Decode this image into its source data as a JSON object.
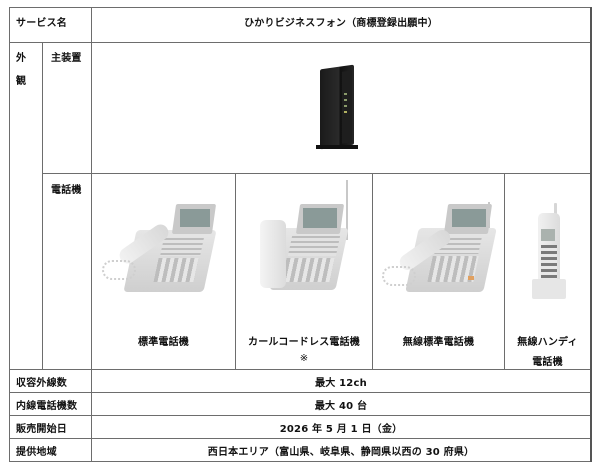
{
  "service_name": {
    "label": "サービス名",
    "value": "ひかりビジネスフォン（商標登録出願中）"
  },
  "appearance": {
    "label_char1": "外",
    "label_char2": "観",
    "main_unit": {
      "label": "主装置",
      "image": "router-main-unit-icon"
    },
    "phones": {
      "label": "電話機",
      "items": [
        {
          "name": "標準電話機",
          "note": "",
          "image": "desk-phone-icon"
        },
        {
          "name": "カールコードレス電話機",
          "note": "※",
          "image": "cordless-desk-phone-icon"
        },
        {
          "name": "無線標準電話機",
          "note": "",
          "image": "wireless-desk-phone-icon"
        },
        {
          "name_line1": "無線ハンディ",
          "name_line2": "電話機",
          "image": "handy-phone-icon"
        }
      ]
    }
  },
  "rows": [
    {
      "label": "収容外線数",
      "value": "最大 12ch"
    },
    {
      "label": "内線電話機数",
      "value": "最大 40 台"
    },
    {
      "label": "販売開始日",
      "value": "2026 年 5 月 1 日（金）"
    },
    {
      "label": "提供地域",
      "value": "西日本エリア（富山県、岐阜県、静岡県以西の 30 府県）"
    }
  ],
  "colors": {
    "border": "#6d6d6d",
    "text": "#111111",
    "background": "#ffffff"
  }
}
